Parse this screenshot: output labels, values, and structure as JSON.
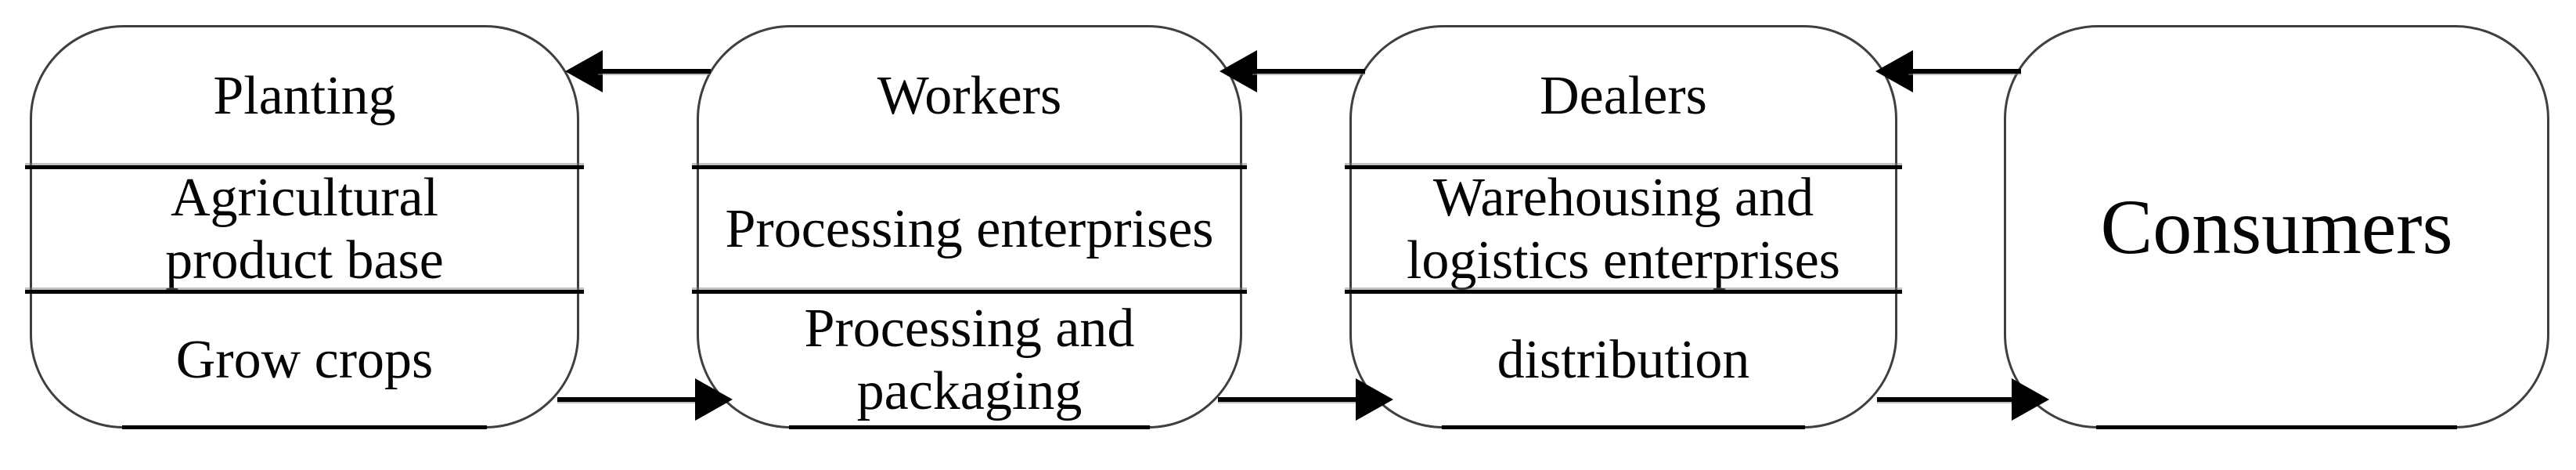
{
  "diagram": {
    "boxes": [
      {
        "id": "planting",
        "rows": [
          {
            "lines": [
              "Planting"
            ]
          },
          {
            "lines": [
              "Agricultural",
              "product base"
            ]
          },
          {
            "lines": [
              "Grow crops"
            ]
          }
        ]
      },
      {
        "id": "processing",
        "rows": [
          {
            "lines": [
              "Workers"
            ]
          },
          {
            "lines": [
              "Processing enterprises"
            ]
          },
          {
            "lines": [
              "Processing and",
              "packaging"
            ]
          }
        ]
      },
      {
        "id": "dealers",
        "rows": [
          {
            "lines": [
              "Dealers"
            ]
          },
          {
            "lines": [
              "Warehousing and",
              "logistics enterprises"
            ]
          },
          {
            "lines": [
              "distribution"
            ]
          }
        ]
      },
      {
        "id": "consumers",
        "label": "Consumers"
      }
    ],
    "arrows": {
      "top_direction": "right-to-left",
      "bottom_direction": "left-to-right"
    },
    "colors": {
      "line": "#000000",
      "border": "#3f3f3f",
      "text": "#050505",
      "background": "#ffffff"
    }
  }
}
